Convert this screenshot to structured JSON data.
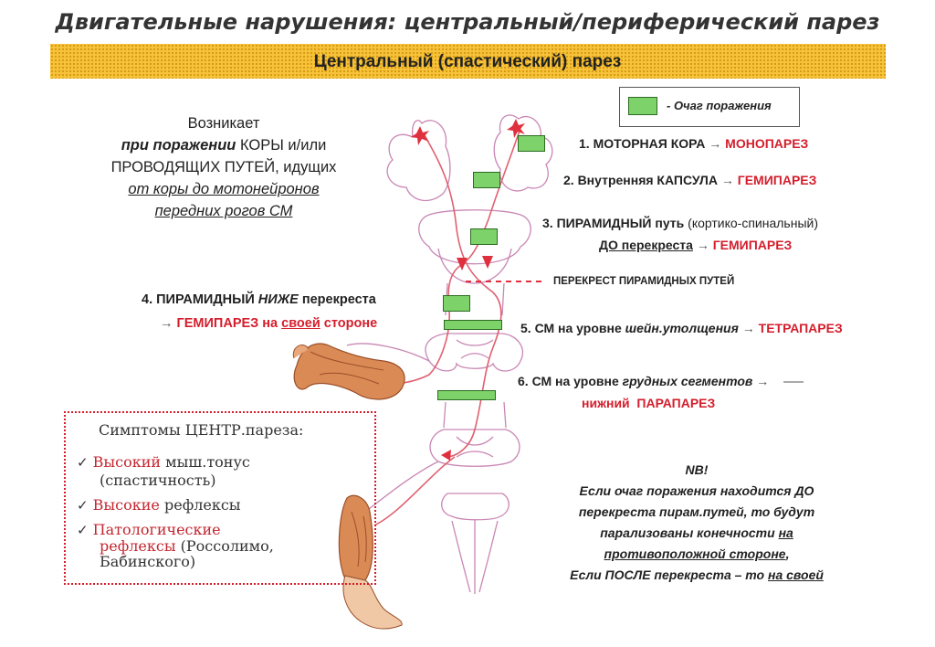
{
  "title": "Двигательные нарушения: центральный/периферический парез",
  "banner": "Центральный (спастический) парез",
  "legend": {
    "label": "- Очаг поражения"
  },
  "description": {
    "line1": "Возникает",
    "line2a": "при поражении",
    "line2b": " КОРЫ и/или",
    "line3a": "ПРОВОДЯЩИХ ПУТЕЙ",
    "line3b": ", идущих",
    "line4": "от коры до мотонейронов",
    "line5": "передних рогов СМ"
  },
  "levels": {
    "l1": {
      "label": "1. МОТОРНАЯ КОРА",
      "arrow": "→",
      "result": "МОНОПАРЕЗ"
    },
    "l2": {
      "label": "2. Внутренняя КАПСУЛА",
      "arrow": "→",
      "result": "ГЕМИПАРЕЗ"
    },
    "l3": {
      "label": "3. ПИРАМИДНЫЙ путь",
      "note": "(кортико-спинальный)",
      "sub": "ДО перекреста",
      "arrow": "→",
      "result": "ГЕМИПАРЕЗ"
    },
    "crossing": "ПЕРЕКРЕСТ ПИРАМИДНЫХ ПУТЕЙ",
    "l4": {
      "label_a": "4. ПИРАМИДНЫЙ",
      "label_b": "НИЖЕ",
      "label_c": "перекреста",
      "arrow": "→",
      "result_a": "ГЕМИПАРЕЗ на",
      "result_b": "своей",
      "result_c": "стороне"
    },
    "l5": {
      "label_a": "5. СМ на уровне",
      "label_b": "шейн.утолщения",
      "arrow": "→",
      "result": "ТЕТРАПАРЕЗ"
    },
    "l6": {
      "label_a": "6. СМ на уровне",
      "label_b": "грудных сегментов",
      "arrow": "→",
      "result": "нижний  ПАРАПАРЕЗ"
    }
  },
  "symptoms": {
    "title": "Симптомы ЦЕНТР.пареза:",
    "check": "✓",
    "s1a": "Высокий",
    "s1b": " мыш.тонус",
    "s1c": "(спастичность)",
    "s2a": "Высокие",
    "s2b": " рефлексы",
    "s3a": "Патологические",
    "s3b": "рефлексы",
    "s3c": " (Россолимо,",
    "s3d": "Бабинского)"
  },
  "nb": {
    "title": "NB!",
    "l1": "Если очаг поражения находится ДО",
    "l2": "перекреста пирам.путей, то будут",
    "l3a": "парализованы конечности ",
    "l3b": "на",
    "l4": "противоположной стороне",
    "l4b": ",",
    "l5a": "Если ПОСЛЕ перекреста – то ",
    "l5b": "на своей"
  },
  "colors": {
    "accent": "#d41e2c",
    "banner": "#f6c33a",
    "lesion": "#7dd36a",
    "anatomy": "#c986b4"
  }
}
